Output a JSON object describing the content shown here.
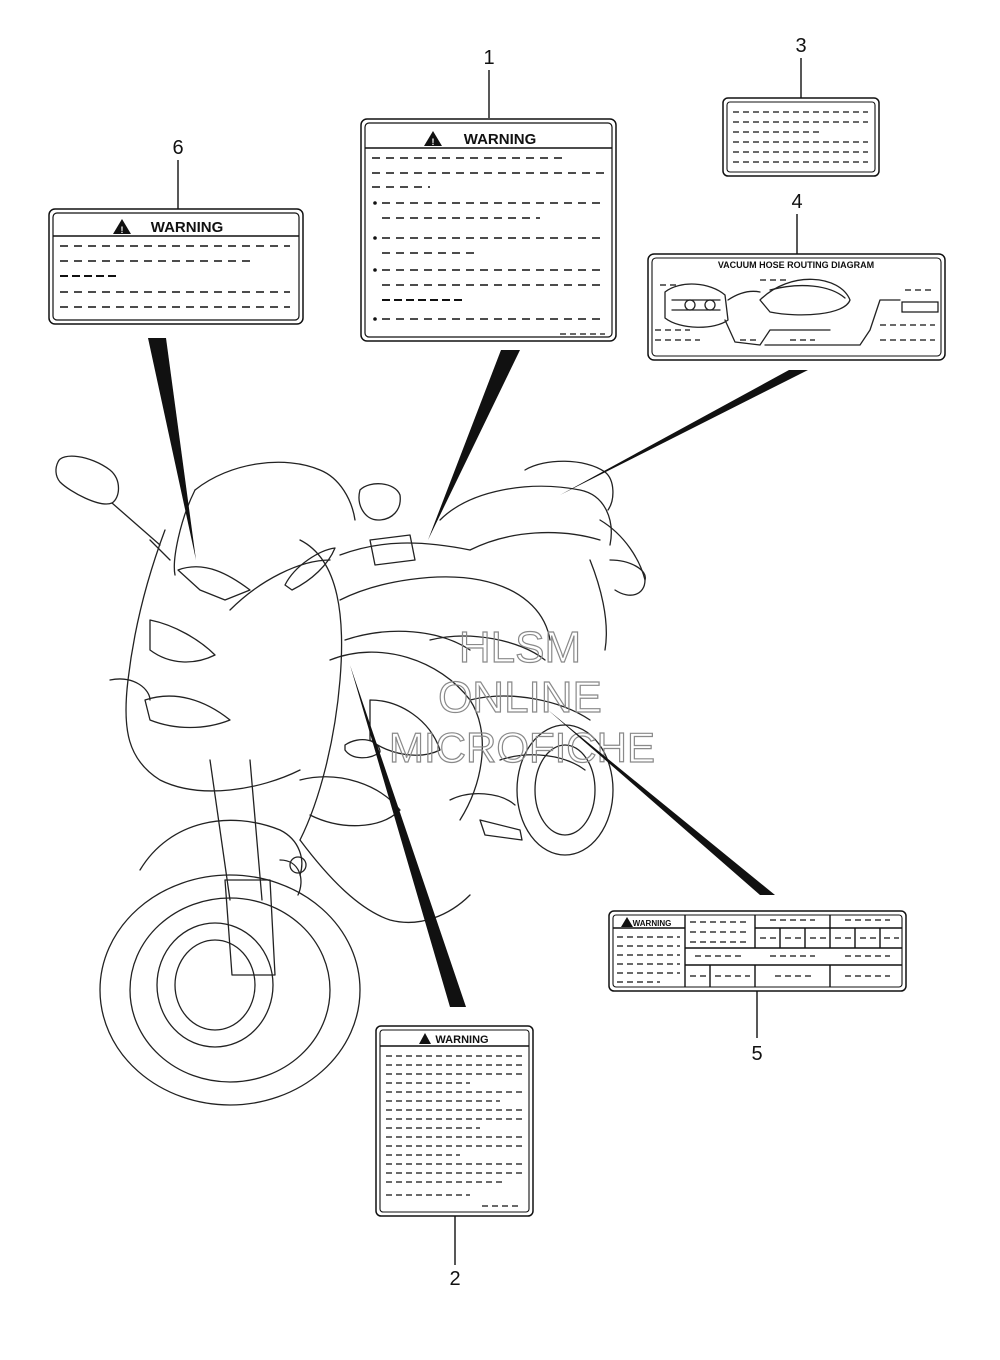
{
  "callouts": [
    {
      "id": "1",
      "label": "1"
    },
    {
      "id": "2",
      "label": "2"
    },
    {
      "id": "3",
      "label": "3"
    },
    {
      "id": "4",
      "label": "4"
    },
    {
      "id": "5",
      "label": "5"
    },
    {
      "id": "6",
      "label": "6"
    }
  ],
  "labels": {
    "warning_text": "WARNING",
    "vacuum_title": "VACUUM HOSE ROUTING DIAGRAM"
  },
  "watermark": {
    "line1": "HLSM",
    "line2": "ONLINE",
    "line3": "MICROFICHE"
  }
}
